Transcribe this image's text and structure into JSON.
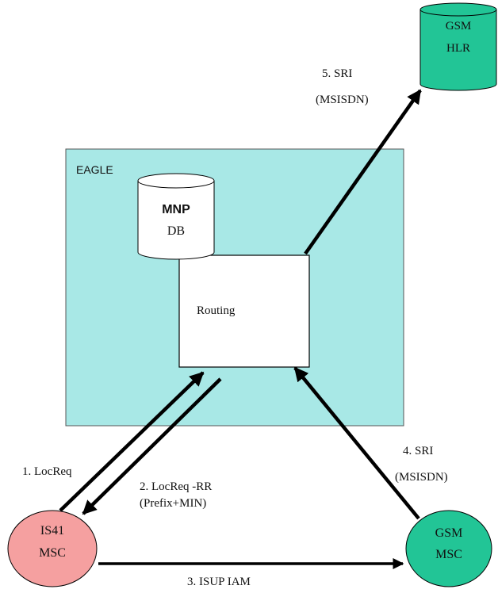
{
  "eagle": {
    "label": "EAGLE",
    "fill": "#a8e8e6"
  },
  "mnp_db": {
    "line1": "MNP",
    "line2": "DB"
  },
  "routing": {
    "label": "Routing"
  },
  "hlr": {
    "line1": "GSM",
    "line2": "HLR",
    "fill": "#22c596"
  },
  "is41_msc": {
    "line1": "IS41",
    "line2": "MSC",
    "fill": "#f5a0a0"
  },
  "gsm_msc": {
    "line1": "GSM",
    "line2": "MSC",
    "fill": "#22c596"
  },
  "steps": {
    "s1": "1. LocReq",
    "s2a": "2. LocReq -RR",
    "s2b": "(Prefix+MIN)",
    "s3": "3. ISUP IAM",
    "s4a": "4. SRI",
    "s4b": "(MSISDN)",
    "s5a": "5. SRI",
    "s5b": "(MSISDN)"
  }
}
